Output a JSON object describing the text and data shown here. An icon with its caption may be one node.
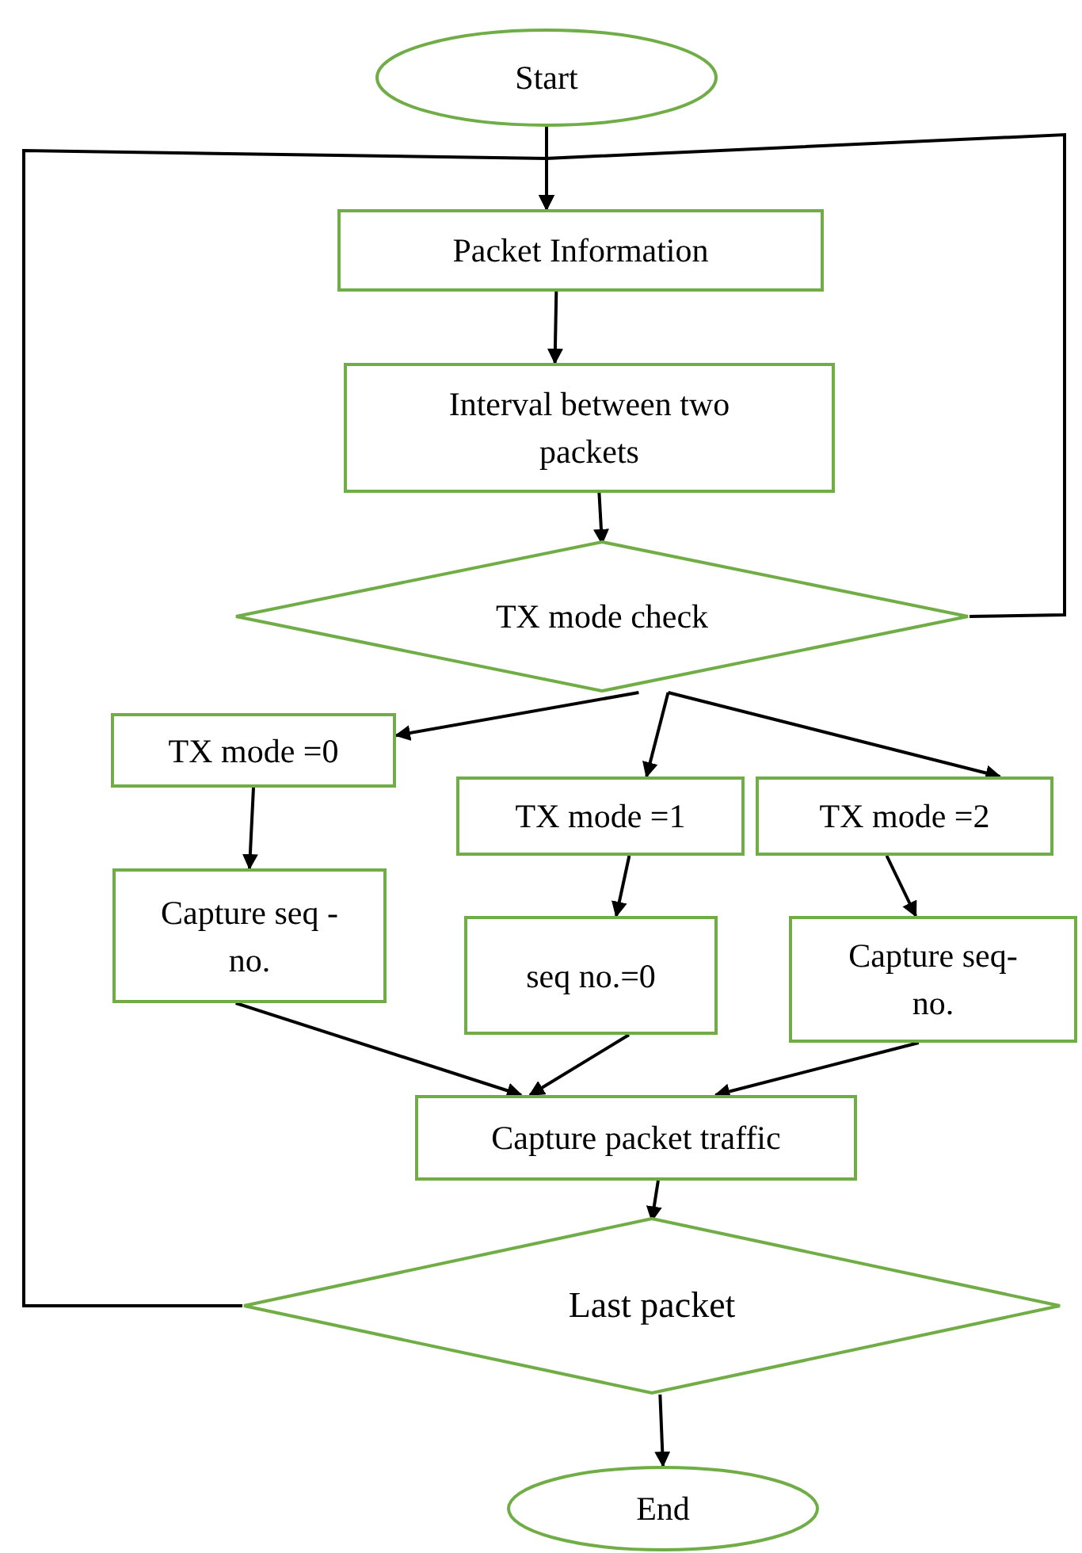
{
  "diagram": {
    "nodes": [
      {
        "text": [
          "Start"
        ]
      },
      {
        "text": [
          "Packet Information"
        ]
      },
      {
        "text": [
          "Interval between two packets"
        ]
      },
      {
        "text": [
          "TX mode check"
        ]
      },
      {
        "text": [
          "TX mode =0"
        ]
      },
      {
        "text": [
          "TX mode =1"
        ]
      },
      {
        "text": [
          "TX mode =2"
        ]
      },
      {
        "text": [
          "Capture seq -no."
        ]
      },
      {
        "text": [
          "seq no.=0"
        ]
      },
      {
        "text": [
          "Capture seq- no."
        ]
      },
      {
        "text": [
          "Capture packet traffic"
        ]
      },
      {
        "text": [
          "Last packet"
        ]
      },
      {
        "text": [
          "End"
        ]
      }
    ],
    "edges": [
      {
        "from": 0,
        "to": 1,
        "arrow": "to"
      },
      {
        "from": 1,
        "to": 2,
        "arrow": "to"
      },
      {
        "from": 2,
        "to": 3,
        "arrow": "to"
      },
      {
        "from": 3,
        "to": 4,
        "arrow": "to"
      },
      {
        "from": 3,
        "to": 5,
        "arrow": "to"
      },
      {
        "from": 3,
        "to": 6,
        "arrow": "to"
      },
      {
        "from": 4,
        "to": 7,
        "arrow": "to"
      },
      {
        "from": 5,
        "to": 8,
        "arrow": "to"
      },
      {
        "from": 6,
        "to": 9,
        "arrow": "to"
      },
      {
        "from": 7,
        "to": 10,
        "arrow": "to"
      },
      {
        "from": 8,
        "to": 10,
        "arrow": "to"
      },
      {
        "from": 9,
        "to": 10,
        "arrow": "to"
      },
      {
        "from": 10,
        "to": 11,
        "arrow": "to"
      },
      {
        "from": 11,
        "to": 12,
        "arrow": "to"
      },
      {
        "from": 3,
        "to": 1,
        "arrow": "to"
      },
      {
        "from": 11,
        "to": 1,
        "arrow": "to"
      }
    ]
  }
}
